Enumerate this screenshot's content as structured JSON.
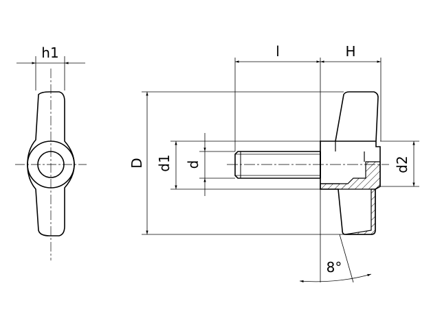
{
  "drawing": {
    "labels": {
      "h1": "h1",
      "l": "l",
      "H": "H",
      "D": "D",
      "d1": "d1",
      "d": "d",
      "d2": "d2",
      "angle": "8°"
    },
    "colors": {
      "line": "#000000",
      "hatch": "#000000",
      "background": "#ffffff"
    }
  }
}
